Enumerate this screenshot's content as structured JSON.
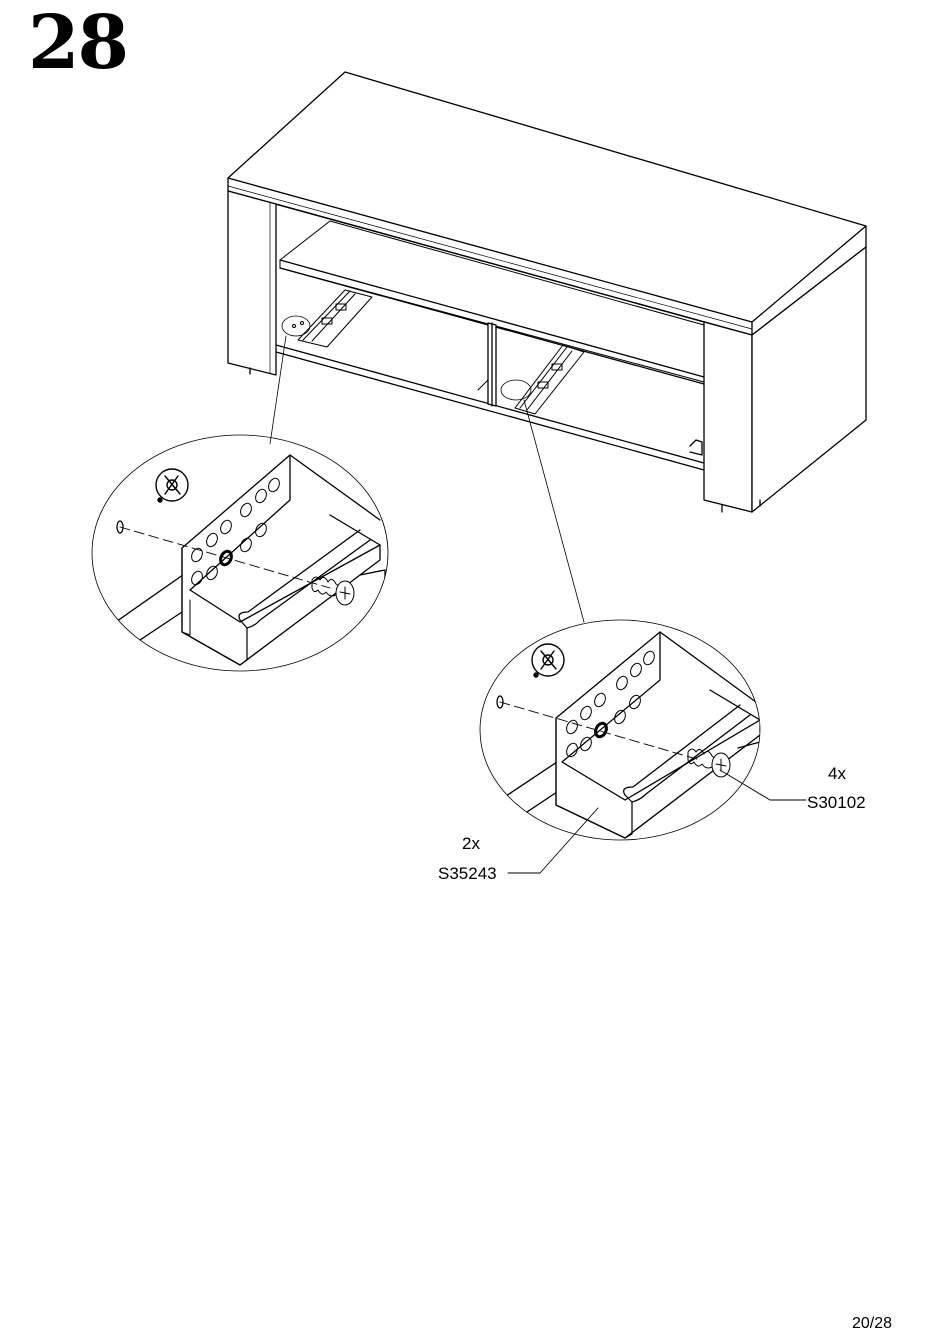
{
  "step": {
    "number": "28"
  },
  "parts": {
    "screw": {
      "quantity": "4x",
      "code": "S30102"
    },
    "rail": {
      "quantity": "2x",
      "code": "S35243"
    }
  },
  "footer": {
    "page": "20/28"
  },
  "colors": {
    "line": "#000000",
    "background": "#ffffff"
  },
  "icons": [
    "phillips-screwdriver-icon"
  ]
}
